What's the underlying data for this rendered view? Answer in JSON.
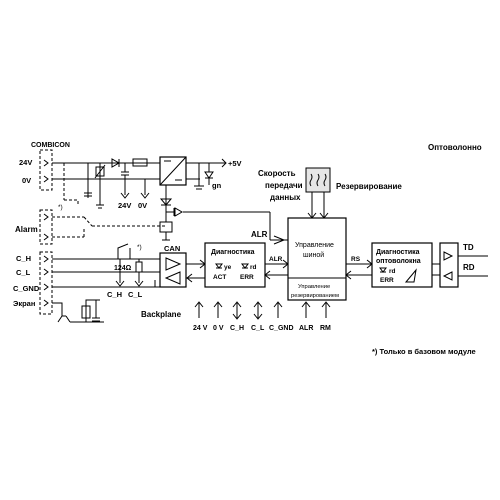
{
  "labels": {
    "combicon": "COMBICON",
    "v24_in": "24V",
    "v0_in": "0V",
    "plus5v": "+5V",
    "gn": "gn",
    "v24_bus": "24V",
    "v0_bus": "0V",
    "fiber_title": "Оптоволонно",
    "speed_line1": "Скорость",
    "speed_line2": "передачи",
    "speed_line3": "данных",
    "redundancy": "Резервирование",
    "alarm": "Alarm",
    "alarm_star": "*)",
    "alr_top": "ALR",
    "ch": "C_H",
    "cl": "C_L",
    "cgnd": "C_GND",
    "shield": "Экран",
    "relay_star": "*)",
    "res124": "124Ω",
    "ch_bottom": "C_H",
    "cl_bottom": "C_L",
    "can": "CAN",
    "diag_title": "Диагностика",
    "ye": "ye",
    "rd1": "rd",
    "act": "ACT",
    "err1": "ERR",
    "alr_mid": "ALR",
    "bus_ctrl_line1": "Управление",
    "bus_ctrl_line2": "шиной",
    "red_ctrl_line1": "Управление",
    "red_ctrl_line2": "резервированием",
    "rs": "RS",
    "fo_diag_line1": "Диагностика",
    "fo_diag_line2": "оптоволокна",
    "rd2": "rd",
    "err2": "ERR",
    "td": "TD",
    "rd_sig": "RD",
    "backplane": "Backplane",
    "bp_24v": "24 V",
    "bp_0v": "0 V",
    "bp_ch": "C_H",
    "bp_cl": "C_L",
    "bp_cgnd": "C_GND",
    "bp_alr": "ALR",
    "bp_rm": "RM",
    "footnote": "*) Только в базовом модуле"
  }
}
